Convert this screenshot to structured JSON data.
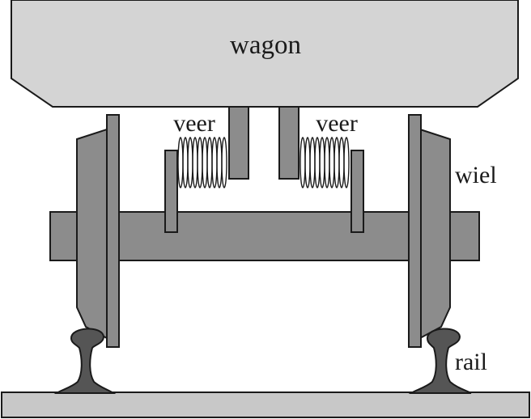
{
  "labels": {
    "wagon": "wagon",
    "spring_left": "veer",
    "spring_right": "veer",
    "wheel": "wiel",
    "rail": "rail"
  },
  "colors": {
    "wagon_body": "#d4d4d4",
    "axle_and_wheels": "#8c8c8c",
    "rail": "#555555",
    "ground": "#c8c8c8",
    "outline": "#1a1a1a"
  }
}
